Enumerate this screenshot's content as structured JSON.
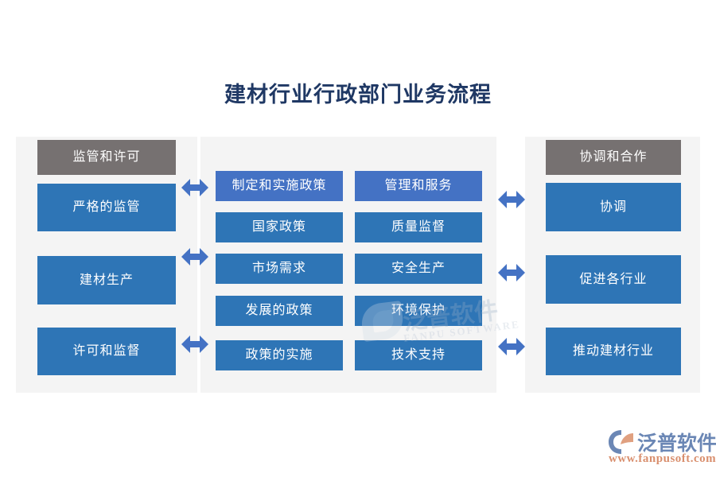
{
  "page": {
    "title": "建材行业行政部门业务流程",
    "title_color": "#1f3864",
    "background": "#ffffff"
  },
  "theme": {
    "panel_bg": "#f4f4f4",
    "header_gray": "#767171",
    "box_blue": "#2e75b6",
    "box_light_blue": "#4472c4",
    "arrow_blue": "#4472c4",
    "box_text": "#ffffff"
  },
  "columns": {
    "left": {
      "header": "监管和许可",
      "boxes": [
        {
          "label": "严格的监管"
        },
        {
          "label": "建材生产"
        },
        {
          "label": "许可和监督"
        }
      ]
    },
    "center": {
      "rows": [
        {
          "left": "制定和实施政策",
          "right": "管理和服务"
        },
        {
          "left": "国家政策",
          "right": "质量监督"
        },
        {
          "left": "市场需求",
          "right": "安全生产"
        },
        {
          "left": "发展的政策",
          "right": "环境保护"
        },
        {
          "left": "政策的实施",
          "right": "技术支持"
        }
      ]
    },
    "right": {
      "header": "协调和合作",
      "boxes": [
        {
          "label": "协调"
        },
        {
          "label": "促进各行业"
        },
        {
          "label": "推动建材行业"
        }
      ]
    }
  },
  "connectors": {
    "left_arrows": [
      "双向箭头",
      "双向箭头",
      "双向箭头"
    ],
    "right_arrows": [
      "双向箭头",
      "双向箭头",
      "双向箭头"
    ]
  },
  "watermark": {
    "text": "泛普软件",
    "subtext": "FANPU SOFTWARE"
  },
  "brand": {
    "name": "泛普软件",
    "url": "www.fanpusoft.com"
  }
}
